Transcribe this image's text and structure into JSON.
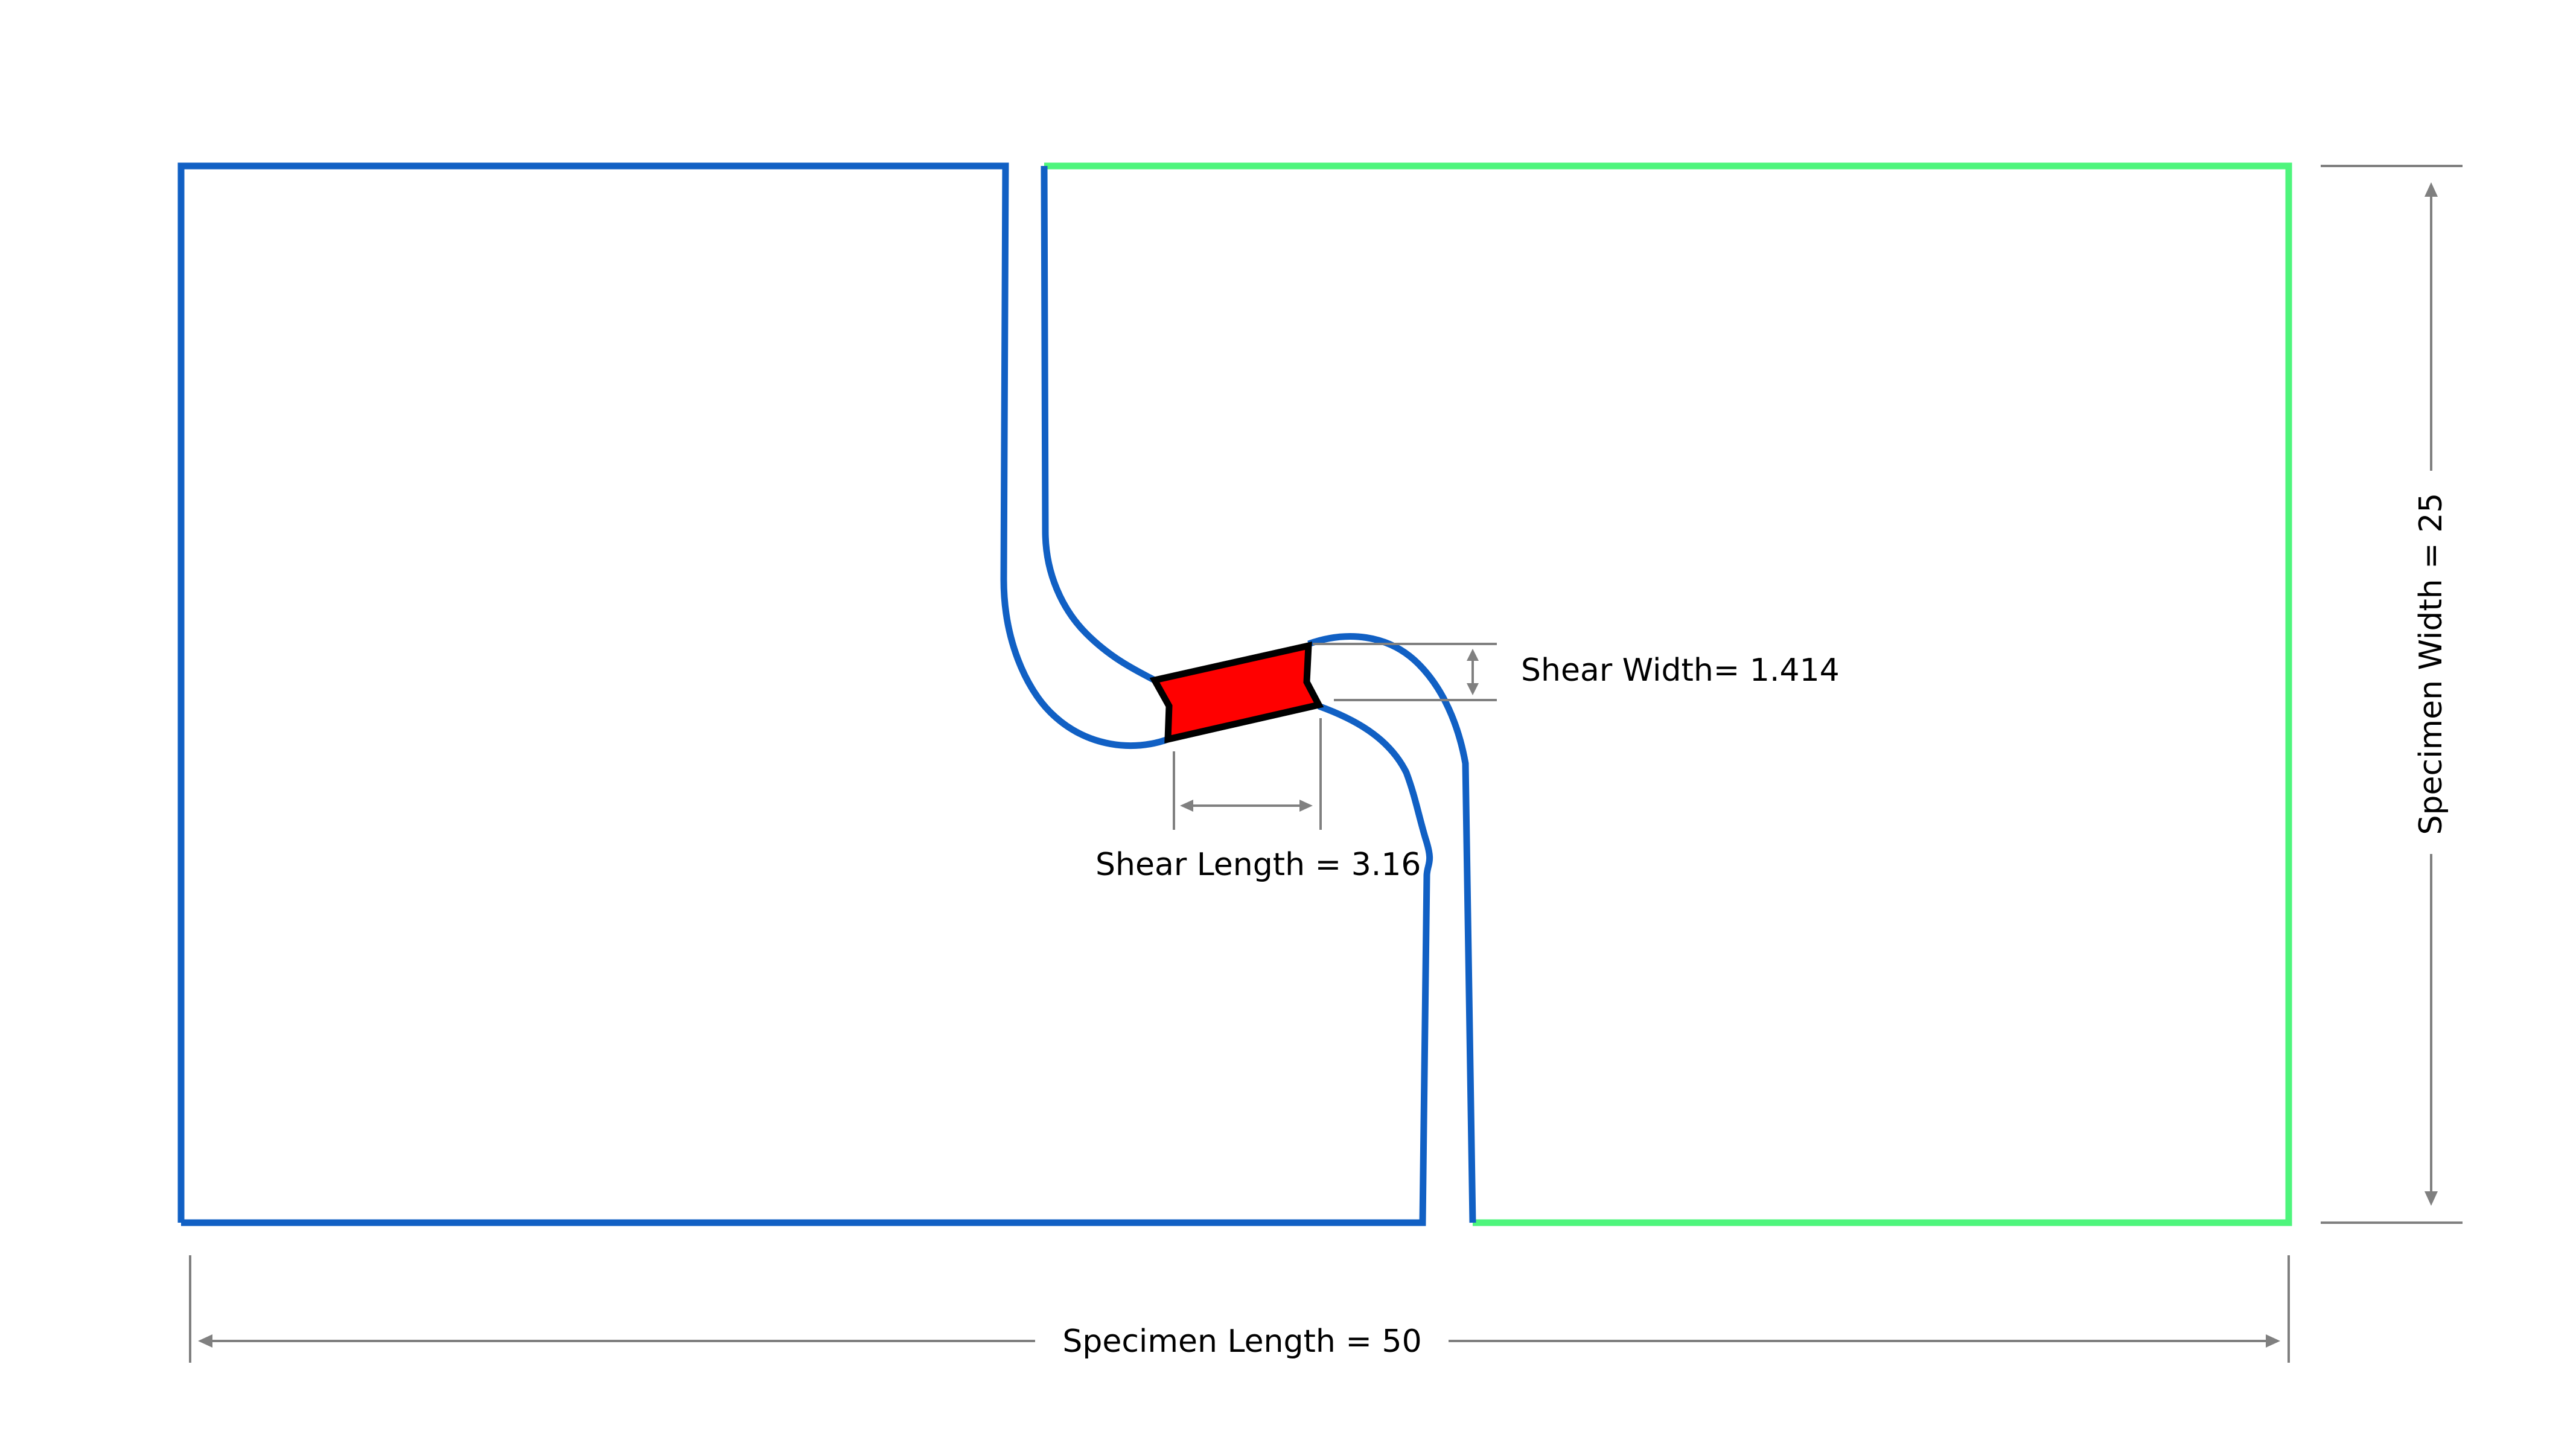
{
  "colors": {
    "left_part": "#1160C4",
    "right_part": "#4EF57C",
    "shear_region": "#FF0000",
    "shear_outline": "#000000",
    "dimension": "#808080"
  },
  "labels": {
    "shear_width": "Shear Width= 1.414",
    "shear_length": "Shear Length = 3.16",
    "specimen_length": "Specimen Length = 50",
    "specimen_width": "Specimen Width = 25"
  }
}
